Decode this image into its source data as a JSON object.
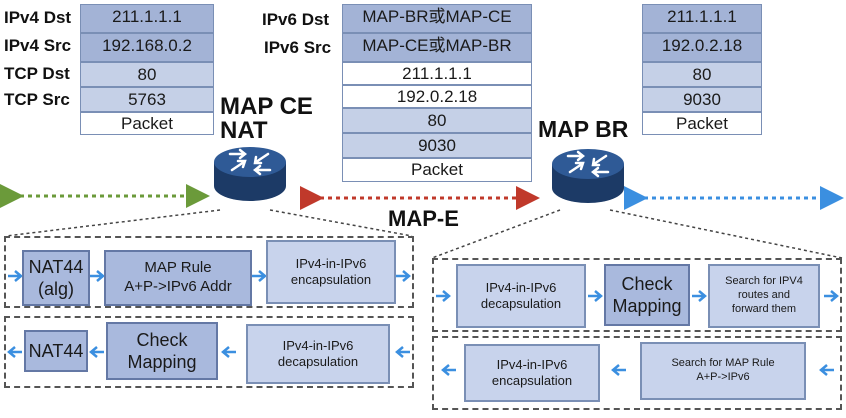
{
  "left_packet": {
    "labels": [
      "IPv4 Dst",
      "IPv4 Src",
      "TCP Dst",
      "TCP Src"
    ],
    "values": [
      "211.1.1.1",
      "192.168.0.2",
      "80",
      "5763",
      "Packet"
    ]
  },
  "middle_packet": {
    "labels": [
      "IPv6 Dst",
      "IPv6 Src"
    ],
    "values": [
      "MAP-BR或MAP-CE",
      "MAP-CE或MAP-BR",
      "211.1.1.1",
      "192.0.2.18",
      "80",
      "9030",
      "Packet"
    ]
  },
  "right_packet": {
    "values": [
      "211.1.1.1",
      "192.0.2.18",
      "80",
      "9030",
      "Packet"
    ]
  },
  "nodes": {
    "ce_line1": "MAP CE",
    "ce_line2": "NAT",
    "br": "MAP BR",
    "tunnel": "MAP-E"
  },
  "ce_panel": {
    "top": [
      "NAT44\n(alg)",
      "MAP Rule\nA+P->IPv6  Addr",
      "IPv4-in-IPv6\nencapsulation"
    ],
    "bottom": [
      "NAT44",
      "Check\nMapping",
      "IPv4-in-IPv6\ndecapsulation"
    ]
  },
  "br_panel": {
    "top": [
      "IPv4-in-IPv6\ndecapsulation",
      "Check\nMapping",
      "Search for IPV4\nroutes and\nforward them"
    ],
    "bottom": [
      "IPv4-in-IPv6\nencapsulation",
      "Search for MAP Rule\nA+P->IPv6"
    ]
  },
  "colors": {
    "green_arrow": "#6b9a3a",
    "red_arrow": "#c0392b",
    "blue_arrow": "#3b8fe0",
    "box_fill": "#c8d3ec",
    "box_border": "#7a8fb5"
  }
}
